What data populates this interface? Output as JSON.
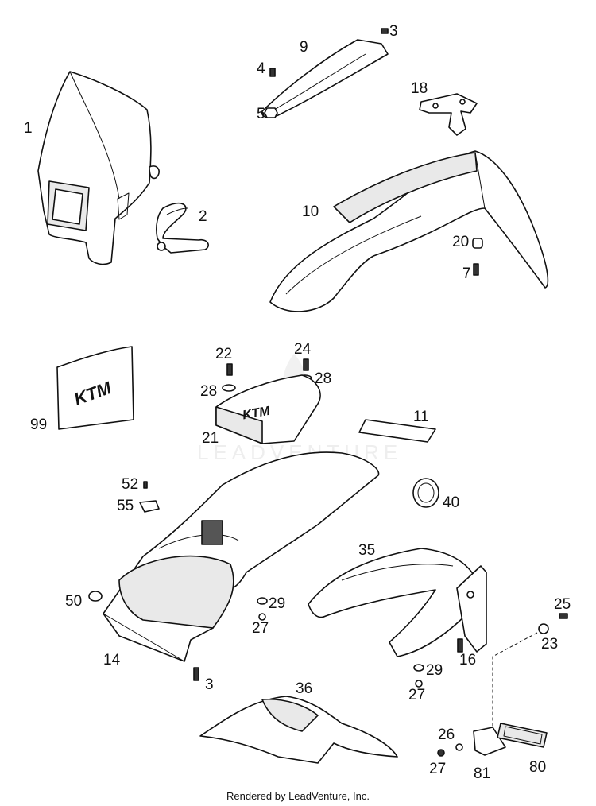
{
  "watermark": "LEADVENTURE",
  "footer": "Rendered by LeadVenture, Inc.",
  "callouts": {
    "c1": "1",
    "c2": "2",
    "c3a": "3",
    "c4": "4",
    "c5": "5",
    "c9": "9",
    "c18": "18",
    "c10": "10",
    "c20": "20",
    "c7": "7",
    "c99": "99",
    "c22": "22",
    "c28a": "28",
    "c24": "24",
    "c28b": "28",
    "c21": "21",
    "c11": "11",
    "c52": "52",
    "c55": "55",
    "c40": "40",
    "c50": "50",
    "c14": "14",
    "c29a": "29",
    "c27a": "27",
    "c3b": "3",
    "c35": "35",
    "c25": "25",
    "c23": "23",
    "c16": "16",
    "c29b": "29",
    "c27b": "27",
    "c36": "36",
    "c26": "26",
    "c27c": "27",
    "c81": "81",
    "c80": "80"
  },
  "logos": {
    "ktm": "KTM"
  }
}
